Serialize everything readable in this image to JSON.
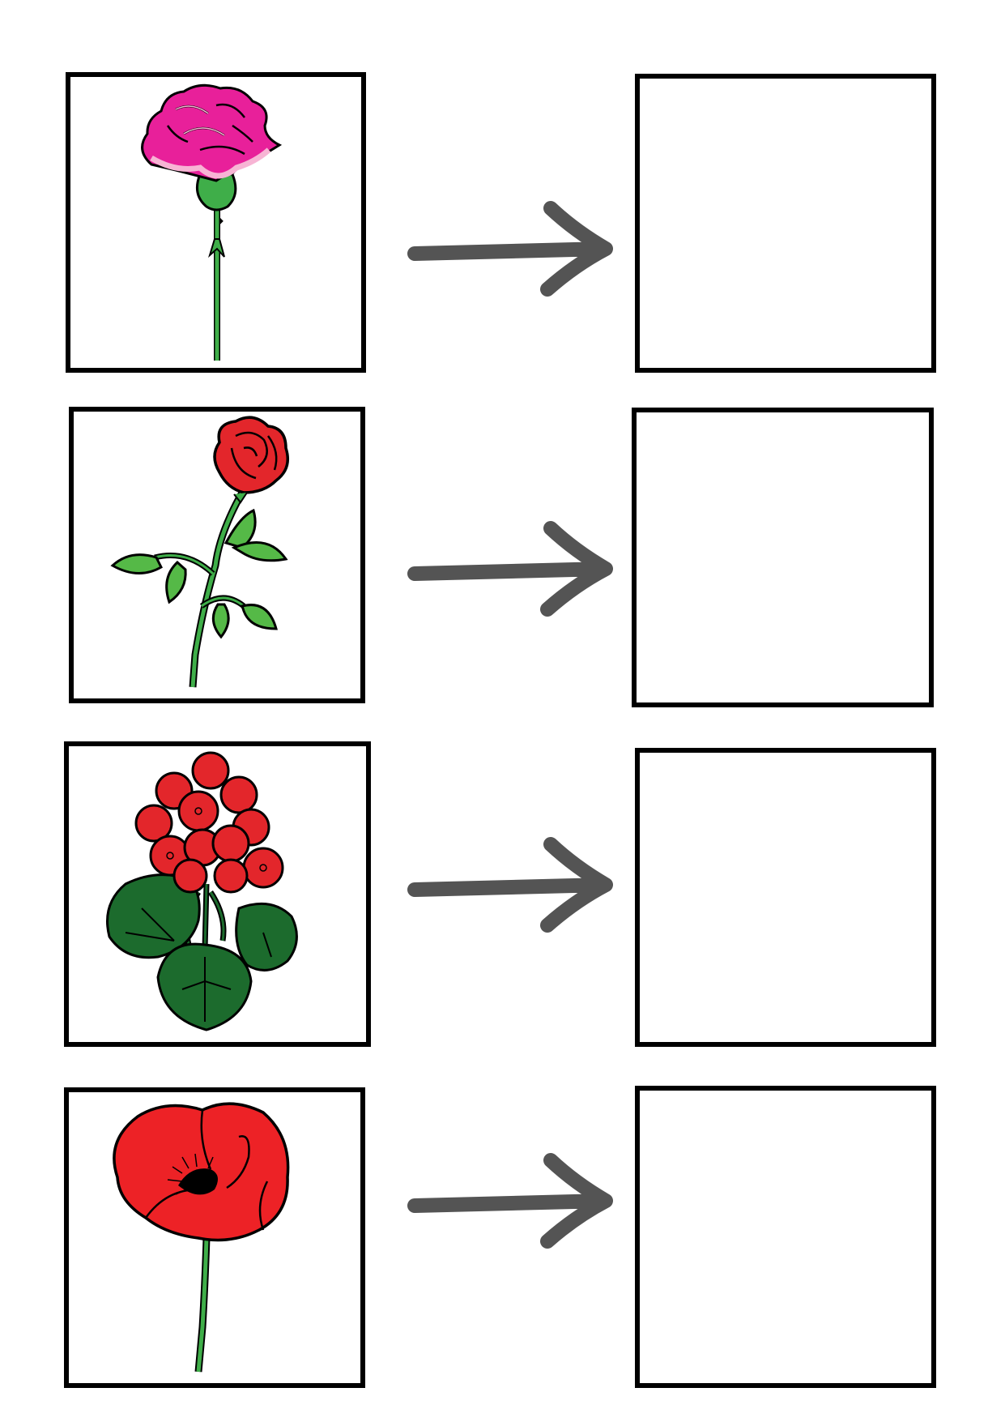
{
  "rows": [
    {
      "flower": "carnation-icon",
      "answer_box": "empty"
    },
    {
      "flower": "rose-icon",
      "answer_box": "empty"
    },
    {
      "flower": "geranium-icon",
      "answer_box": "empty"
    },
    {
      "flower": "poppy-icon",
      "answer_box": "empty"
    }
  ],
  "colors": {
    "border": "#000000",
    "arrow": "#545454",
    "carnation": "#e8209a",
    "carnation_light": "#f7b4d4",
    "rose": "#e3262b",
    "poppy": "#ed2226",
    "stem": "#3fae49",
    "leaf_light": "#55b947",
    "leaf_dark": "#1c6b2d"
  }
}
